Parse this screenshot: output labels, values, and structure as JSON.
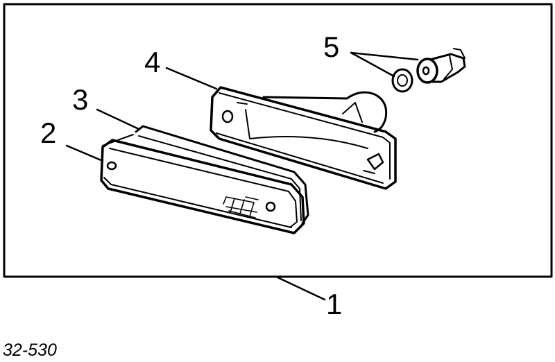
{
  "figure": {
    "reference": "32-530",
    "ink_color": "#000000",
    "paper_color": "#ffffff"
  },
  "callouts": [
    {
      "id": "1",
      "label": "1"
    },
    {
      "id": "2",
      "label": "2"
    },
    {
      "id": "3",
      "label": "3"
    },
    {
      "id": "4",
      "label": "4"
    },
    {
      "id": "5",
      "label": "5"
    }
  ]
}
